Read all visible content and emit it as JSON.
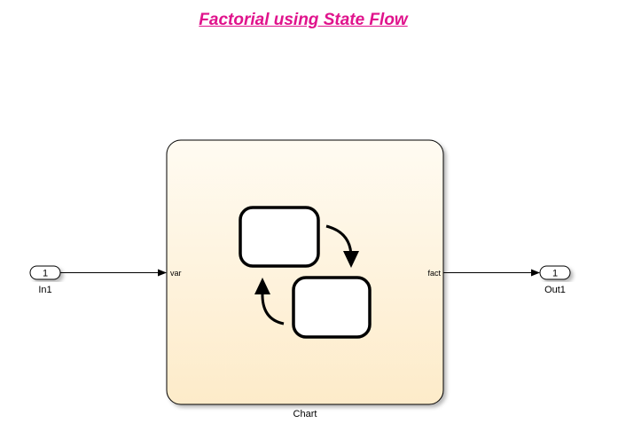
{
  "title": "Factorial using State Flow",
  "inport": {
    "number": "1",
    "name": "In1"
  },
  "outport": {
    "number": "1",
    "name": "Out1"
  },
  "chart": {
    "name": "Chart",
    "input_port_label": "var",
    "output_port_label": "fact"
  },
  "icons": {
    "chart_glyph": "stateflow-chart-icon"
  },
  "colors": {
    "title": "#e0138c",
    "chart_fill_top": "#fffbf2",
    "chart_fill_bottom": "#fdebc9"
  }
}
